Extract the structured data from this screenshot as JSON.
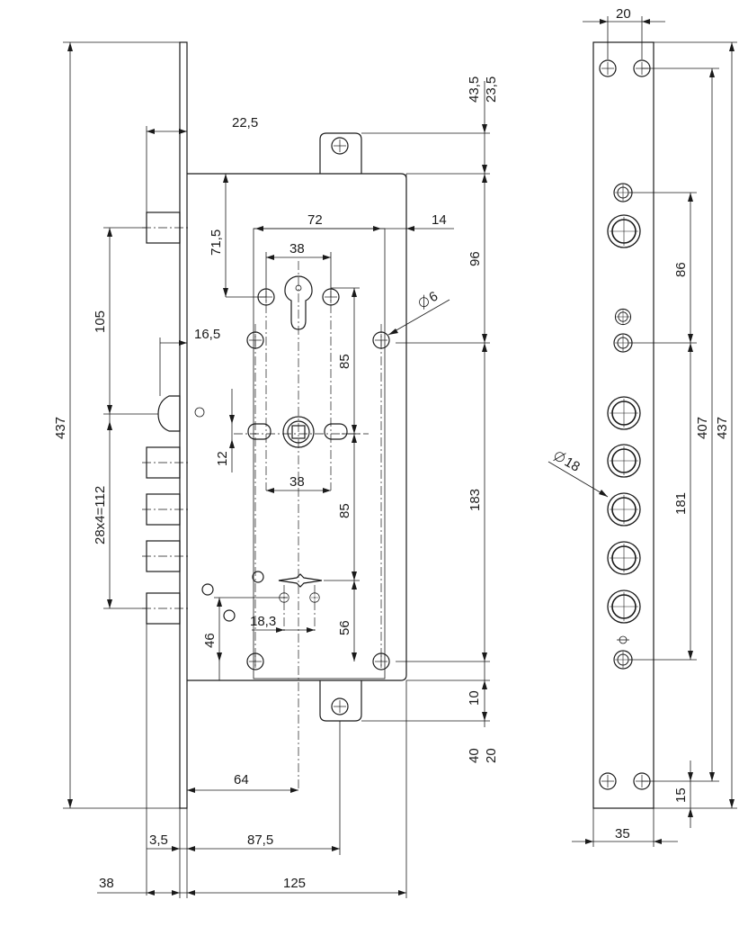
{
  "dimensions": {
    "d20_top": "20",
    "d43_5": "43,5",
    "d23_5": "23,5",
    "d22_5": "22,5",
    "d72": "72",
    "d14": "14",
    "d71_5": "71,5",
    "d38_top": "38",
    "d96": "96",
    "d6": "6",
    "d105": "105",
    "d16_5": "16,5",
    "d85_upper": "85",
    "d437_left": "437",
    "d12": "12",
    "d38_mid": "38",
    "d28x4": "28x4=112",
    "d85_lower": "85",
    "d183": "183",
    "d18_3": "18,3",
    "d46": "46",
    "d56": "56",
    "d10": "10",
    "d40": "40",
    "d20_bottom": "20",
    "d64": "64",
    "d3_5": "3,5",
    "d87_5": "87,5",
    "d38_bottom": "38",
    "d125": "125",
    "d86": "86",
    "d407": "407",
    "d437_right": "437",
    "d18": "18",
    "d181": "181",
    "d15": "15",
    "d35": "35"
  },
  "icons": {
    "diameter": "diameter-symbol"
  }
}
